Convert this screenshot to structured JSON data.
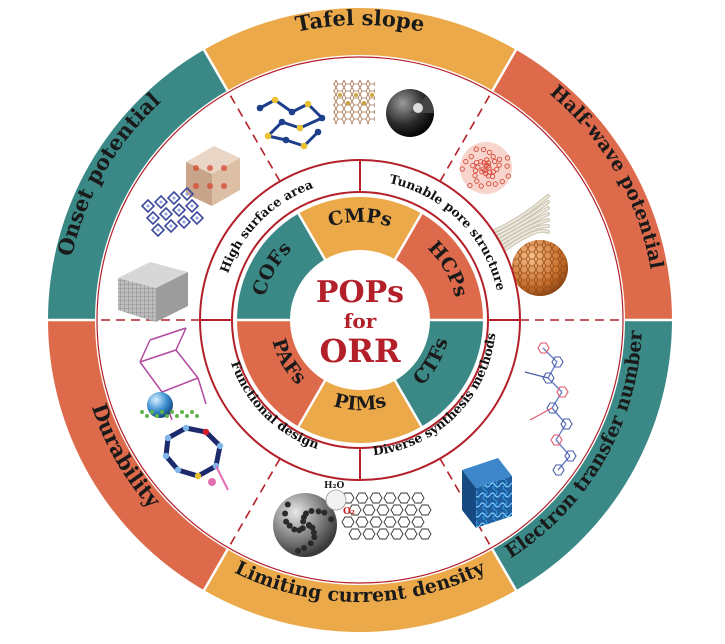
{
  "colors": {
    "orange": "#ECA94A",
    "red": "#DE6A4C",
    "teal": "#3B8986",
    "dark_red": "#B3202A",
    "white": "#ffffff"
  },
  "center": {
    "line1": "POPs",
    "line2": "for",
    "line3": "ORR"
  },
  "inner_ring": [
    {
      "label": "CMPs",
      "color": "orange"
    },
    {
      "label": "HCPs",
      "color": "red"
    },
    {
      "label": "CTFs",
      "color": "teal"
    },
    {
      "label": "PIMs",
      "color": "orange"
    },
    {
      "label": "PAFs",
      "color": "red"
    },
    {
      "label": "COFs",
      "color": "teal"
    }
  ],
  "middle_ring": [
    {
      "label": "High surface area"
    },
    {
      "label": "Tunable pore structure"
    },
    {
      "label": "Diverse synthesis methods"
    },
    {
      "label": "Functional design"
    }
  ],
  "outer_ring": [
    {
      "label": "Tafel slope",
      "color": "orange"
    },
    {
      "label": "Half-wave potential",
      "color": "red"
    },
    {
      "label": "Electron transfer number",
      "color": "teal"
    },
    {
      "label": "Limiting current density",
      "color": "orange"
    },
    {
      "label": "Durability",
      "color": "red"
    },
    {
      "label": "Onset potential",
      "color": "teal"
    }
  ],
  "images": [
    {
      "name": "covalent-framework-strands-image"
    },
    {
      "name": "nanosheet-layer-image"
    },
    {
      "name": "hollow-sphere-image"
    },
    {
      "name": "porous-particle-cluster-image"
    },
    {
      "name": "fiber-bundle-image"
    },
    {
      "name": "honeycomb-sphere-image"
    },
    {
      "name": "branched-polymer-image"
    },
    {
      "name": "porous-cube-image"
    },
    {
      "name": "molecular-network-image"
    },
    {
      "name": "carbon-sphere-catalyst-image"
    },
    {
      "name": "ring-molecule-image"
    },
    {
      "name": "lattice-cage-image"
    },
    {
      "name": "porous-crystal-image"
    },
    {
      "name": "framework-mesh-image"
    },
    {
      "name": "cubic-block-image"
    }
  ],
  "molecule_labels": {
    "water": "H₂O",
    "oxygen": "O₂"
  }
}
